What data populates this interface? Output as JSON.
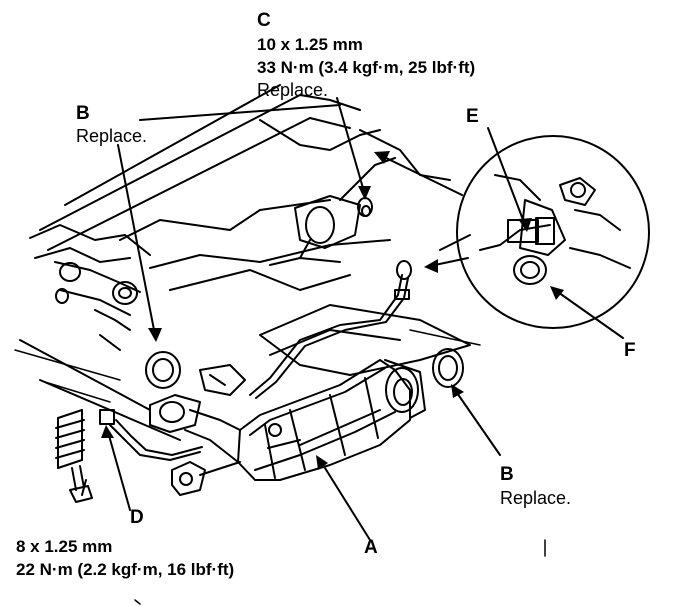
{
  "callouts": {
    "c": {
      "letter": "C",
      "size": "10 x 1.25 mm",
      "torque": "33 N·m (3.4 kgf·m, 25 lbf·ft)",
      "note": "Replace."
    },
    "b_top": {
      "letter": "B",
      "note": "Replace."
    },
    "e": {
      "letter": "E"
    },
    "f": {
      "letter": "F"
    },
    "b_right": {
      "letter": "B",
      "note": "Replace."
    },
    "a": {
      "letter": "A"
    },
    "d": {
      "letter": "D"
    },
    "bottom_bolt": {
      "size": "8 x 1.25 mm",
      "torque": "22 N·m (2.2 kgf·m, 16 lbf·ft)"
    }
  },
  "colors": {
    "ink": "#000000",
    "paper": "#ffffff"
  }
}
